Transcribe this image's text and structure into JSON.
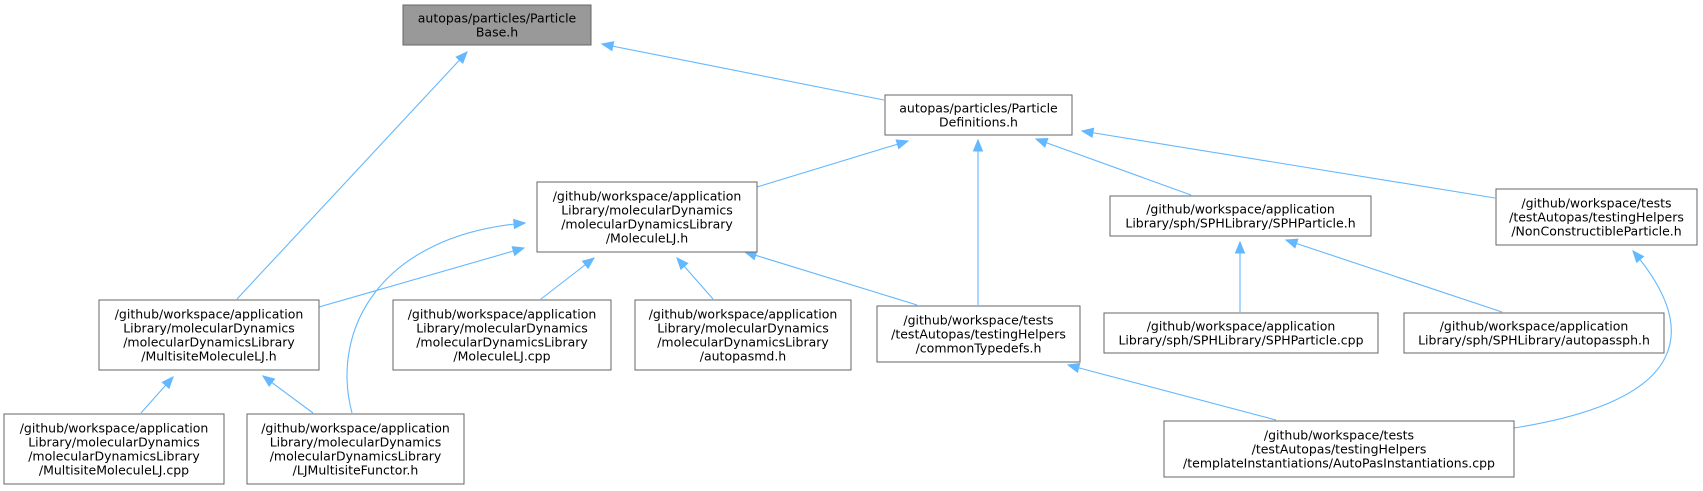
{
  "graph": {
    "nodes": [
      {
        "id": "particle_base",
        "root": true,
        "lines": [
          "autopas/particles/Particle",
          "Base.h"
        ]
      },
      {
        "id": "particle_definitions",
        "lines": [
          "autopas/particles/Particle",
          "Definitions.h"
        ]
      },
      {
        "id": "molecule_lj_h",
        "lines": [
          "/github/workspace/application",
          "Library/molecularDynamics",
          "/molecularDynamicsLibrary",
          "/MoleculeLJ.h"
        ]
      },
      {
        "id": "sph_particle_h",
        "lines": [
          "/github/workspace/application",
          "Library/sph/SPHLibrary/SPHParticle.h"
        ]
      },
      {
        "id": "non_constructible_particle_h",
        "lines": [
          "/github/workspace/tests",
          "/testAutopas/testingHelpers",
          "/NonConstructibleParticle.h"
        ]
      },
      {
        "id": "multisite_molecule_lj_h",
        "lines": [
          "/github/workspace/application",
          "Library/molecularDynamics",
          "/molecularDynamicsLibrary",
          "/MultisiteMoleculeLJ.h"
        ]
      },
      {
        "id": "molecule_lj_cpp",
        "lines": [
          "/github/workspace/application",
          "Library/molecularDynamics",
          "/molecularDynamicsLibrary",
          "/MoleculeLJ.cpp"
        ]
      },
      {
        "id": "autopasmd_h",
        "lines": [
          "/github/workspace/application",
          "Library/molecularDynamics",
          "/molecularDynamicsLibrary",
          "/autopasmd.h"
        ]
      },
      {
        "id": "common_typedefs_h",
        "lines": [
          "/github/workspace/tests",
          "/testAutopas/testingHelpers",
          "/commonTypedefs.h"
        ]
      },
      {
        "id": "sph_particle_cpp",
        "lines": [
          "/github/workspace/application",
          "Library/sph/SPHLibrary/SPHParticle.cpp"
        ]
      },
      {
        "id": "autopassph_h",
        "lines": [
          "/github/workspace/application",
          "Library/sph/SPHLibrary/autopassph.h"
        ]
      },
      {
        "id": "multisite_molecule_lj_cpp",
        "lines": [
          "/github/workspace/application",
          "Library/molecularDynamics",
          "/molecularDynamicsLibrary",
          "/MultisiteMoleculeLJ.cpp"
        ]
      },
      {
        "id": "lj_multisite_functor_h",
        "lines": [
          "/github/workspace/application",
          "Library/molecularDynamics",
          "/molecularDynamicsLibrary",
          "/LJMultisiteFunctor.h"
        ]
      },
      {
        "id": "autopas_instantiations_cpp",
        "lines": [
          "/github/workspace/tests",
          "/testAutopas/testingHelpers",
          "/templateInstantiations/AutoPasInstantiations.cpp"
        ]
      }
    ],
    "edges": [
      {
        "from": "particle_definitions",
        "to": "particle_base"
      },
      {
        "from": "multisite_molecule_lj_h",
        "to": "particle_base"
      },
      {
        "from": "molecule_lj_h",
        "to": "particle_definitions"
      },
      {
        "from": "common_typedefs_h",
        "to": "particle_definitions"
      },
      {
        "from": "sph_particle_h",
        "to": "particle_definitions"
      },
      {
        "from": "non_constructible_particle_h",
        "to": "particle_definitions"
      },
      {
        "from": "multisite_molecule_lj_h",
        "to": "molecule_lj_h"
      },
      {
        "from": "molecule_lj_cpp",
        "to": "molecule_lj_h"
      },
      {
        "from": "autopasmd_h",
        "to": "molecule_lj_h"
      },
      {
        "from": "common_typedefs_h",
        "to": "molecule_lj_h"
      },
      {
        "from": "lj_multisite_functor_h",
        "to": "molecule_lj_h"
      },
      {
        "from": "sph_particle_cpp",
        "to": "sph_particle_h"
      },
      {
        "from": "autopassph_h",
        "to": "sph_particle_h"
      },
      {
        "from": "autopas_instantiations_cpp",
        "to": "non_constructible_particle_h"
      },
      {
        "from": "multisite_molecule_lj_cpp",
        "to": "multisite_molecule_lj_h"
      },
      {
        "from": "lj_multisite_functor_h",
        "to": "multisite_molecule_lj_h"
      },
      {
        "from": "autopas_instantiations_cpp",
        "to": "common_typedefs_h"
      }
    ]
  }
}
